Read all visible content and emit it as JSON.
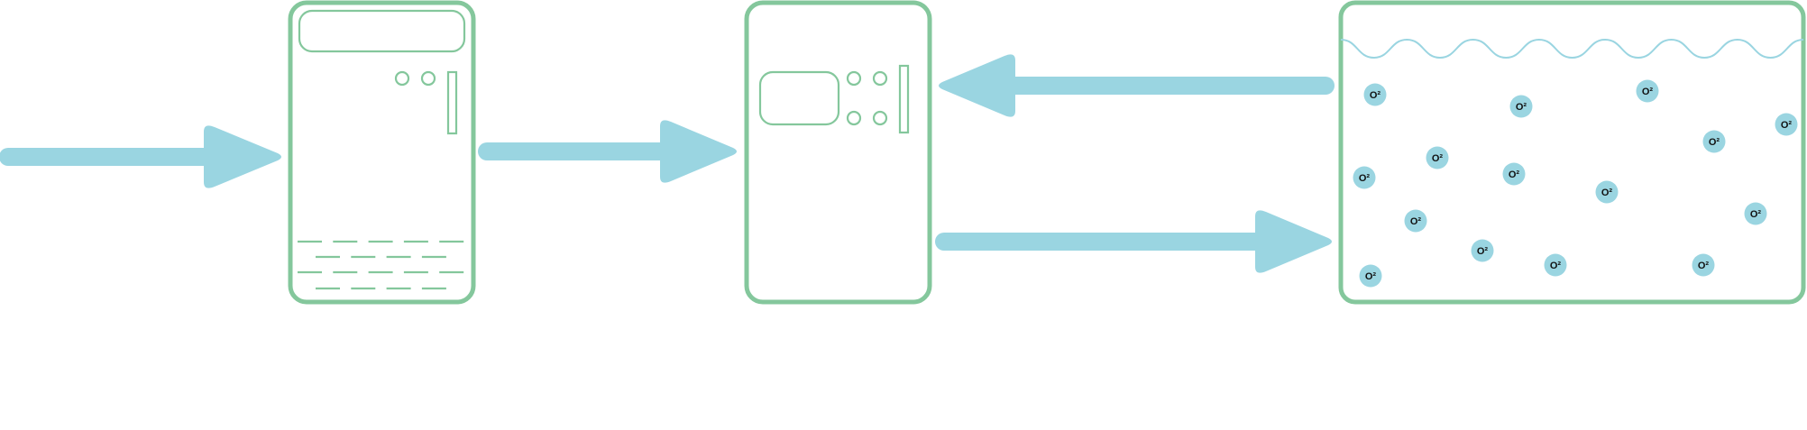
{
  "diagram": {
    "bubble_label": "O²",
    "bubble_count": 15,
    "colors": {
      "outline": "#84c79c",
      "water": "#9ad5e1",
      "text": "#111111"
    },
    "flow": [
      {
        "from": "input",
        "to": "device-1",
        "direction": "right"
      },
      {
        "from": "device-1",
        "to": "device-2",
        "direction": "right"
      },
      {
        "from": "tank",
        "to": "device-2",
        "direction": "left"
      },
      {
        "from": "device-2",
        "to": "tank",
        "direction": "right"
      }
    ]
  }
}
